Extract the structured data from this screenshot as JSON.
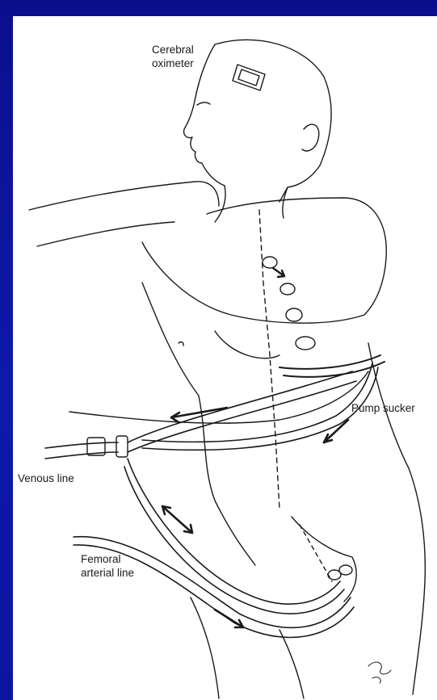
{
  "figure": {
    "labels": {
      "cerebral_oximeter": [
        "Cerebral",
        "oximeter"
      ],
      "pump_sucker": "Pump sucker",
      "venous_line": "Venous line",
      "femoral_arterial_line": [
        "Femoral",
        "arterial line"
      ]
    }
  },
  "colors": {
    "background": "#0b16a0",
    "panel": "#ffffff",
    "ink": "#1a1a1a"
  }
}
